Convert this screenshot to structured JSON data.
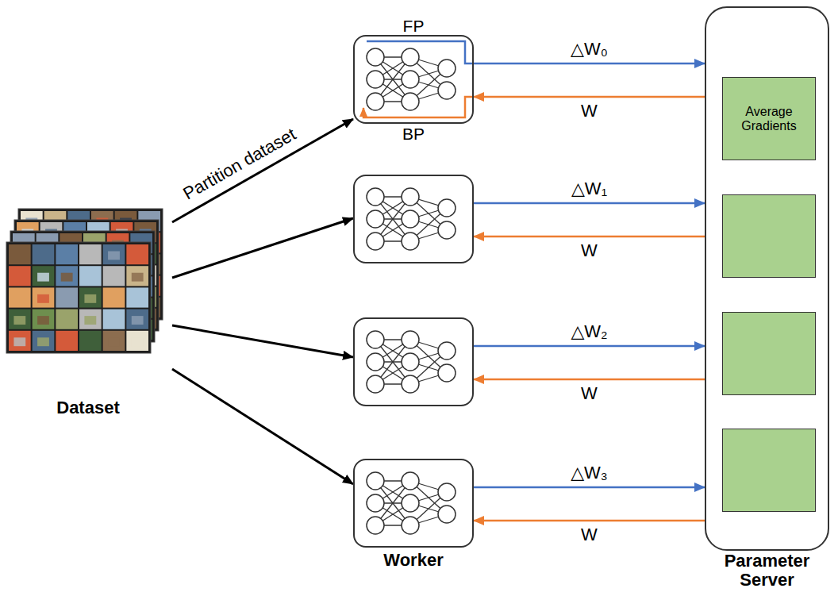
{
  "diagram": {
    "nodes": [
      {
        "text": [
          "Dataset"
        ]
      },
      {
        "text": [
          "FP",
          "BP"
        ]
      },
      {
        "text": []
      },
      {
        "text": []
      },
      {
        "text": [
          "Worker"
        ]
      },
      {
        "text": [
          "Parameter Server"
        ]
      },
      {
        "text": [
          "Average Gradients"
        ],
        "in": 5
      },
      {
        "text": [],
        "in": 5
      },
      {
        "text": [],
        "in": 5
      },
      {
        "text": [],
        "in": 5
      }
    ],
    "edges": [
      {
        "from": 0,
        "to": 1,
        "arrow": "to",
        "label": "Partition dataset"
      },
      {
        "from": 0,
        "to": 2,
        "arrow": "to"
      },
      {
        "from": 0,
        "to": 3,
        "arrow": "to"
      },
      {
        "from": 0,
        "to": 4,
        "arrow": "to"
      },
      {
        "from": 1,
        "to": 5,
        "arrow": "to",
        "label": "△W₀"
      },
      {
        "from": 5,
        "to": 1,
        "arrow": "to",
        "label": "W"
      },
      {
        "from": 2,
        "to": 5,
        "arrow": "to",
        "label": "△W₁"
      },
      {
        "from": 5,
        "to": 2,
        "arrow": "to",
        "label": "W"
      },
      {
        "from": 3,
        "to": 5,
        "arrow": "to",
        "label": "△W₂"
      },
      {
        "from": 5,
        "to": 3,
        "arrow": "to",
        "label": "W"
      },
      {
        "from": 4,
        "to": 5,
        "arrow": "to",
        "label": "△W₃"
      },
      {
        "from": 5,
        "to": 4,
        "arrow": "to",
        "label": "W"
      }
    ]
  }
}
